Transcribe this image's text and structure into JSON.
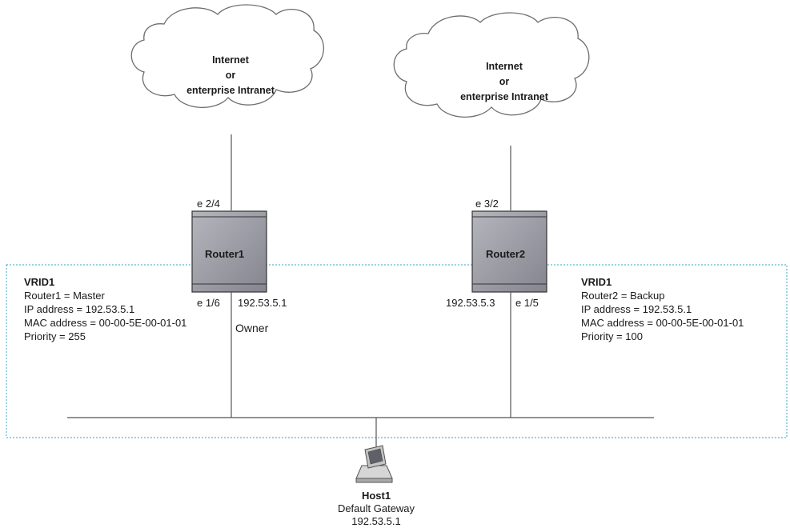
{
  "clouds": [
    {
      "lines": [
        "Internet",
        "or",
        "enterprise Intranet"
      ]
    },
    {
      "lines": [
        "Internet",
        "or",
        "enterprise Intranet"
      ]
    }
  ],
  "routers": [
    {
      "name": "Router1",
      "upper_port": "e 2/4",
      "lower_port": "e 1/6",
      "ip": "192.53.5.1",
      "role_note": "Owner"
    },
    {
      "name": "Router2",
      "upper_port": "e 3/2",
      "lower_port": "e 1/5",
      "ip": "192.53.5.3"
    }
  ],
  "vrid_blocks": [
    {
      "title": "VRID1",
      "lines": [
        "Router1 = Master",
        "IP address = 192.53.5.1",
        "MAC address = 00-00-5E-00-01-01",
        "Priority = 255"
      ]
    },
    {
      "title": "VRID1",
      "lines": [
        "Router2 = Backup",
        "IP address = 192.53.5.1",
        "MAC address = 00-00-5E-00-01-01",
        "Priority = 100"
      ]
    }
  ],
  "host": {
    "name": "Host1",
    "lines": [
      "Default Gateway",
      "192.53.5.1"
    ]
  },
  "icons": {
    "host": "desktop-computer-icon",
    "router": "router-icon",
    "cloud": "cloud-icon"
  },
  "colors": {
    "vrid_border": "#5bb8d4",
    "router_fill": "#9a9aa4",
    "line": "#555555"
  }
}
